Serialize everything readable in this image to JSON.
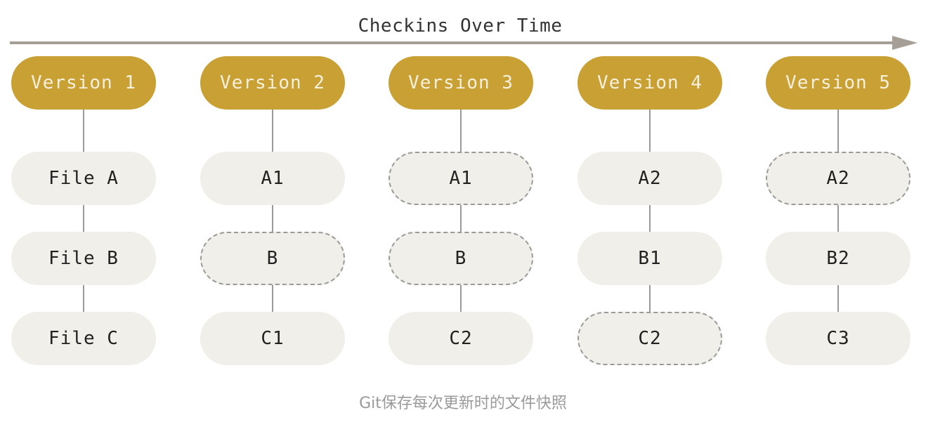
{
  "diagram": {
    "timeline_label": "Checkins Over Time",
    "caption": "Git保存每次更新时的文件快照",
    "colors": {
      "version": "#c9a034",
      "version_text": "#f6f0dd",
      "file": "#f1efe9",
      "connector": "#9a9a9a",
      "arrow": "#a59f98"
    },
    "versions": [
      {
        "label": "Version 1",
        "files": [
          {
            "label": "File A",
            "unchanged": false
          },
          {
            "label": "File B",
            "unchanged": false
          },
          {
            "label": "File C",
            "unchanged": false
          }
        ]
      },
      {
        "label": "Version 2",
        "files": [
          {
            "label": "A1",
            "unchanged": false
          },
          {
            "label": "B",
            "unchanged": true
          },
          {
            "label": "C1",
            "unchanged": false
          }
        ]
      },
      {
        "label": "Version 3",
        "files": [
          {
            "label": "A1",
            "unchanged": true
          },
          {
            "label": "B",
            "unchanged": true
          },
          {
            "label": "C2",
            "unchanged": false
          }
        ]
      },
      {
        "label": "Version 4",
        "files": [
          {
            "label": "A2",
            "unchanged": false
          },
          {
            "label": "B1",
            "unchanged": false
          },
          {
            "label": "C2",
            "unchanged": true
          }
        ]
      },
      {
        "label": "Version 5",
        "files": [
          {
            "label": "A2",
            "unchanged": true
          },
          {
            "label": "B2",
            "unchanged": false
          },
          {
            "label": "C3",
            "unchanged": false
          }
        ]
      }
    ]
  }
}
